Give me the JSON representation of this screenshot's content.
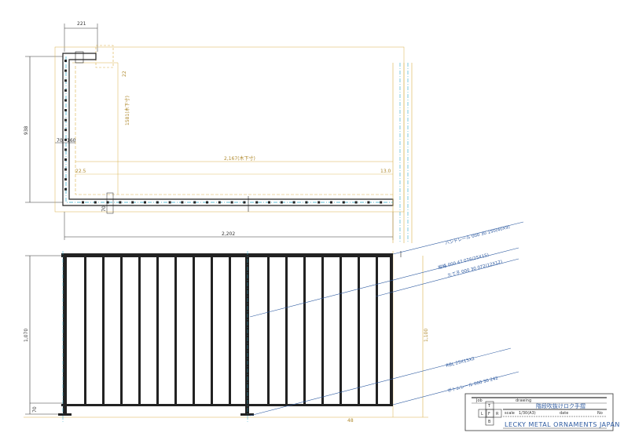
{
  "plan": {
    "width_top": "221",
    "height_left": "938",
    "spacing_left": "70",
    "spacing_left2": "160",
    "side_label": "1581(木下寸)",
    "side_small": "22",
    "inner_length": "2,167(木下寸)",
    "end_left": "22.5",
    "end_right": "13.0",
    "bottom_small": "70",
    "total_length": "2,202"
  },
  "elevation": {
    "height_left": "1,070",
    "height_right": "1,100",
    "base_left": "70",
    "base_center": "48"
  },
  "callouts": [
    {
      "id": "handrail",
      "text": "ハンドレール 000 30 150(40X9)"
    },
    {
      "id": "baluster",
      "text": "縦格 000 47 076(25X15)"
    },
    {
      "id": "vertical",
      "text": "たて子 000 30 072(12X12)"
    },
    {
      "id": "post",
      "text": "RBL 25X15X2"
    },
    {
      "id": "bottom-rail",
      "text": "ボトムレール 000 30 242"
    }
  ],
  "title_block": {
    "project_label": "Job",
    "drawing_label": "drawing",
    "drawing_title": "階段吹抜けロク手摺",
    "scale_label": "scale",
    "scale_value": "1/30(A3)",
    "date_label": "date",
    "company": "LECKY METAL ORNAMENTS JAPAN",
    "view_t": "T",
    "view_l": "L",
    "view_f": "F",
    "view_r": "R",
    "view_b": "B",
    "sheet_no": "No"
  }
}
